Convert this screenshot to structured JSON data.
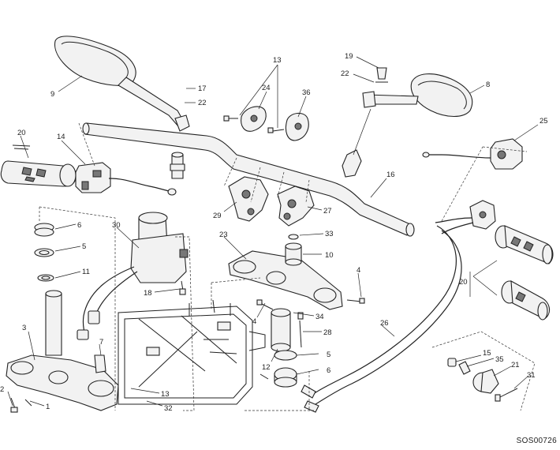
{
  "drawing_code": "SOS00726",
  "labels": [
    {
      "id": "l20a",
      "text": "20"
    },
    {
      "id": "l14",
      "text": "14"
    },
    {
      "id": "l9",
      "text": "9"
    },
    {
      "id": "l17",
      "text": "17"
    },
    {
      "id": "l22a",
      "text": "22"
    },
    {
      "id": "l13a",
      "text": "13"
    },
    {
      "id": "l24",
      "text": "24"
    },
    {
      "id": "l36",
      "text": "36"
    },
    {
      "id": "l19",
      "text": "19"
    },
    {
      "id": "l22b",
      "text": "22"
    },
    {
      "id": "l8",
      "text": "8"
    },
    {
      "id": "l25",
      "text": "25"
    },
    {
      "id": "l16",
      "text": "16"
    },
    {
      "id": "l29",
      "text": "29"
    },
    {
      "id": "l27",
      "text": "27"
    },
    {
      "id": "l6a",
      "text": "6"
    },
    {
      "id": "l5a",
      "text": "5"
    },
    {
      "id": "l11",
      "text": "11"
    },
    {
      "id": "l30",
      "text": "30"
    },
    {
      "id": "l23",
      "text": "23"
    },
    {
      "id": "l33",
      "text": "33"
    },
    {
      "id": "l10",
      "text": "10"
    },
    {
      "id": "l4a",
      "text": "4"
    },
    {
      "id": "l18",
      "text": "18"
    },
    {
      "id": "l3",
      "text": "3"
    },
    {
      "id": "l7",
      "text": "7"
    },
    {
      "id": "l4b",
      "text": "4"
    },
    {
      "id": "l34",
      "text": "34"
    },
    {
      "id": "l28",
      "text": "28"
    },
    {
      "id": "l5b",
      "text": "5"
    },
    {
      "id": "l12",
      "text": "12"
    },
    {
      "id": "l6b",
      "text": "6"
    },
    {
      "id": "l26",
      "text": "26"
    },
    {
      "id": "l20b",
      "text": "20"
    },
    {
      "id": "l15",
      "text": "15"
    },
    {
      "id": "l35",
      "text": "35"
    },
    {
      "id": "l21",
      "text": "21"
    },
    {
      "id": "l31",
      "text": "31"
    },
    {
      "id": "l2",
      "text": "2"
    },
    {
      "id": "l1",
      "text": "1"
    },
    {
      "id": "l13b",
      "text": "13"
    },
    {
      "id": "l32",
      "text": "32"
    }
  ]
}
